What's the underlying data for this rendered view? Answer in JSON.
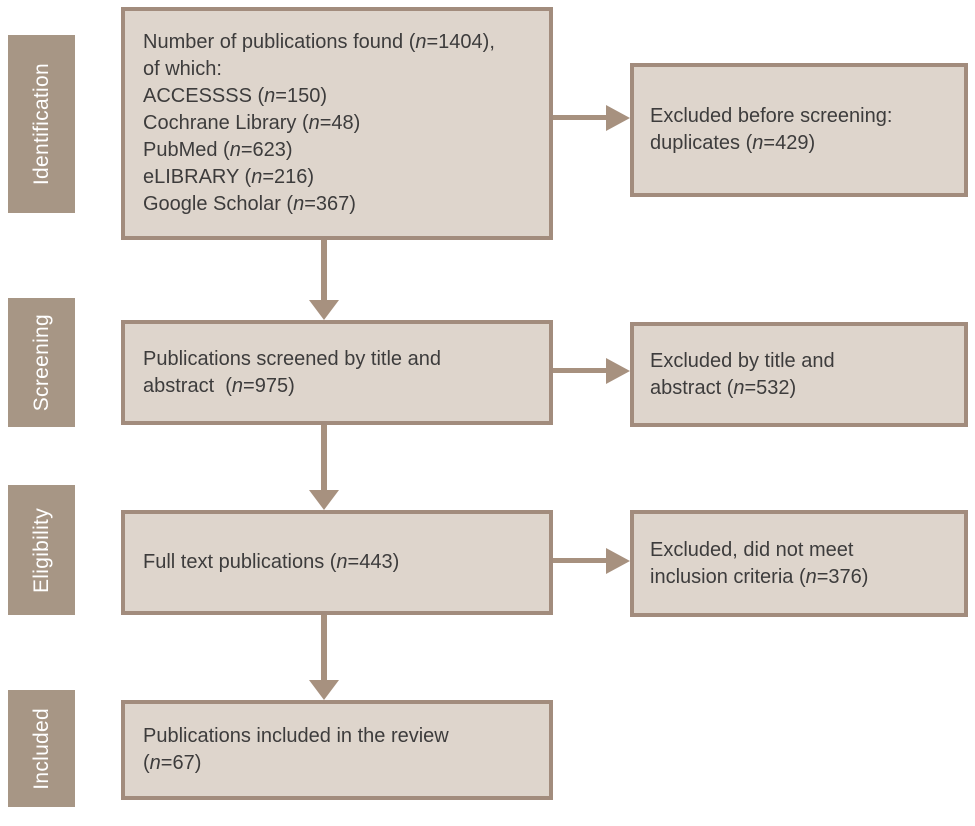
{
  "diagram_title": "PRISMA publication flow diagram",
  "colors": {
    "box_fill": "#ded5cc",
    "box_border": "#a28c7d",
    "stage_bg": "#a79685",
    "stage_text": "#ffffff",
    "arrow": "#a7917f",
    "text": "#3d3c3c"
  },
  "stages": [
    {
      "label": "Identification"
    },
    {
      "label": "Screening"
    },
    {
      "label": "Eligibility"
    },
    {
      "label": "Included"
    }
  ],
  "main_boxes": [
    {
      "name": "identification",
      "lines": [
        [
          {
            "t": "Number of publications found ("
          },
          {
            "t": "n",
            "i": true
          },
          {
            "t": "=1404),"
          }
        ],
        [
          {
            "t": "of which:"
          }
        ],
        [
          {
            "t": "ACCESSSS ("
          },
          {
            "t": "n",
            "i": true
          },
          {
            "t": "=150)"
          }
        ],
        [
          {
            "t": "Cochrane Library ("
          },
          {
            "t": "n",
            "i": true
          },
          {
            "t": "=48)"
          }
        ],
        [
          {
            "t": "PubMed ("
          },
          {
            "t": "n",
            "i": true
          },
          {
            "t": "=623)"
          }
        ],
        [
          {
            "t": "eLIBRARY ("
          },
          {
            "t": "n",
            "i": true
          },
          {
            "t": "=216)"
          }
        ],
        [
          {
            "t": "Google Scholar ("
          },
          {
            "t": "n",
            "i": true
          },
          {
            "t": "=367)"
          }
        ]
      ]
    },
    {
      "name": "screening",
      "lines": [
        [
          {
            "t": "Publications screened by title and"
          }
        ],
        [
          {
            "t": "abstract  ("
          },
          {
            "t": "n",
            "i": true
          },
          {
            "t": "=975)"
          }
        ]
      ]
    },
    {
      "name": "eligibility",
      "lines": [
        [
          {
            "t": "Full text publications ("
          },
          {
            "t": "n",
            "i": true
          },
          {
            "t": "=443)"
          }
        ]
      ]
    },
    {
      "name": "included",
      "lines": [
        [
          {
            "t": "Publications included in the review"
          }
        ],
        [
          {
            "t": "("
          },
          {
            "t": "n",
            "i": true
          },
          {
            "t": "=67)"
          }
        ]
      ]
    }
  ],
  "side_boxes": [
    {
      "name": "excluded-before-screening",
      "lines": [
        [
          {
            "t": "Excluded before screening:"
          }
        ],
        [
          {
            "t": "duplicates ("
          },
          {
            "t": "n",
            "i": true
          },
          {
            "t": "=429)"
          }
        ]
      ]
    },
    {
      "name": "excluded-by-title-abstract",
      "lines": [
        [
          {
            "t": "Excluded by title and"
          }
        ],
        [
          {
            "t": "abstract ("
          },
          {
            "t": "n",
            "i": true
          },
          {
            "t": "=532)"
          }
        ]
      ]
    },
    {
      "name": "excluded-inclusion-criteria",
      "lines": [
        [
          {
            "t": "Excluded, did not meet"
          }
        ],
        [
          {
            "t": "inclusion criteria ("
          },
          {
            "t": "n",
            "i": true
          },
          {
            "t": "=376)"
          }
        ]
      ]
    }
  ]
}
